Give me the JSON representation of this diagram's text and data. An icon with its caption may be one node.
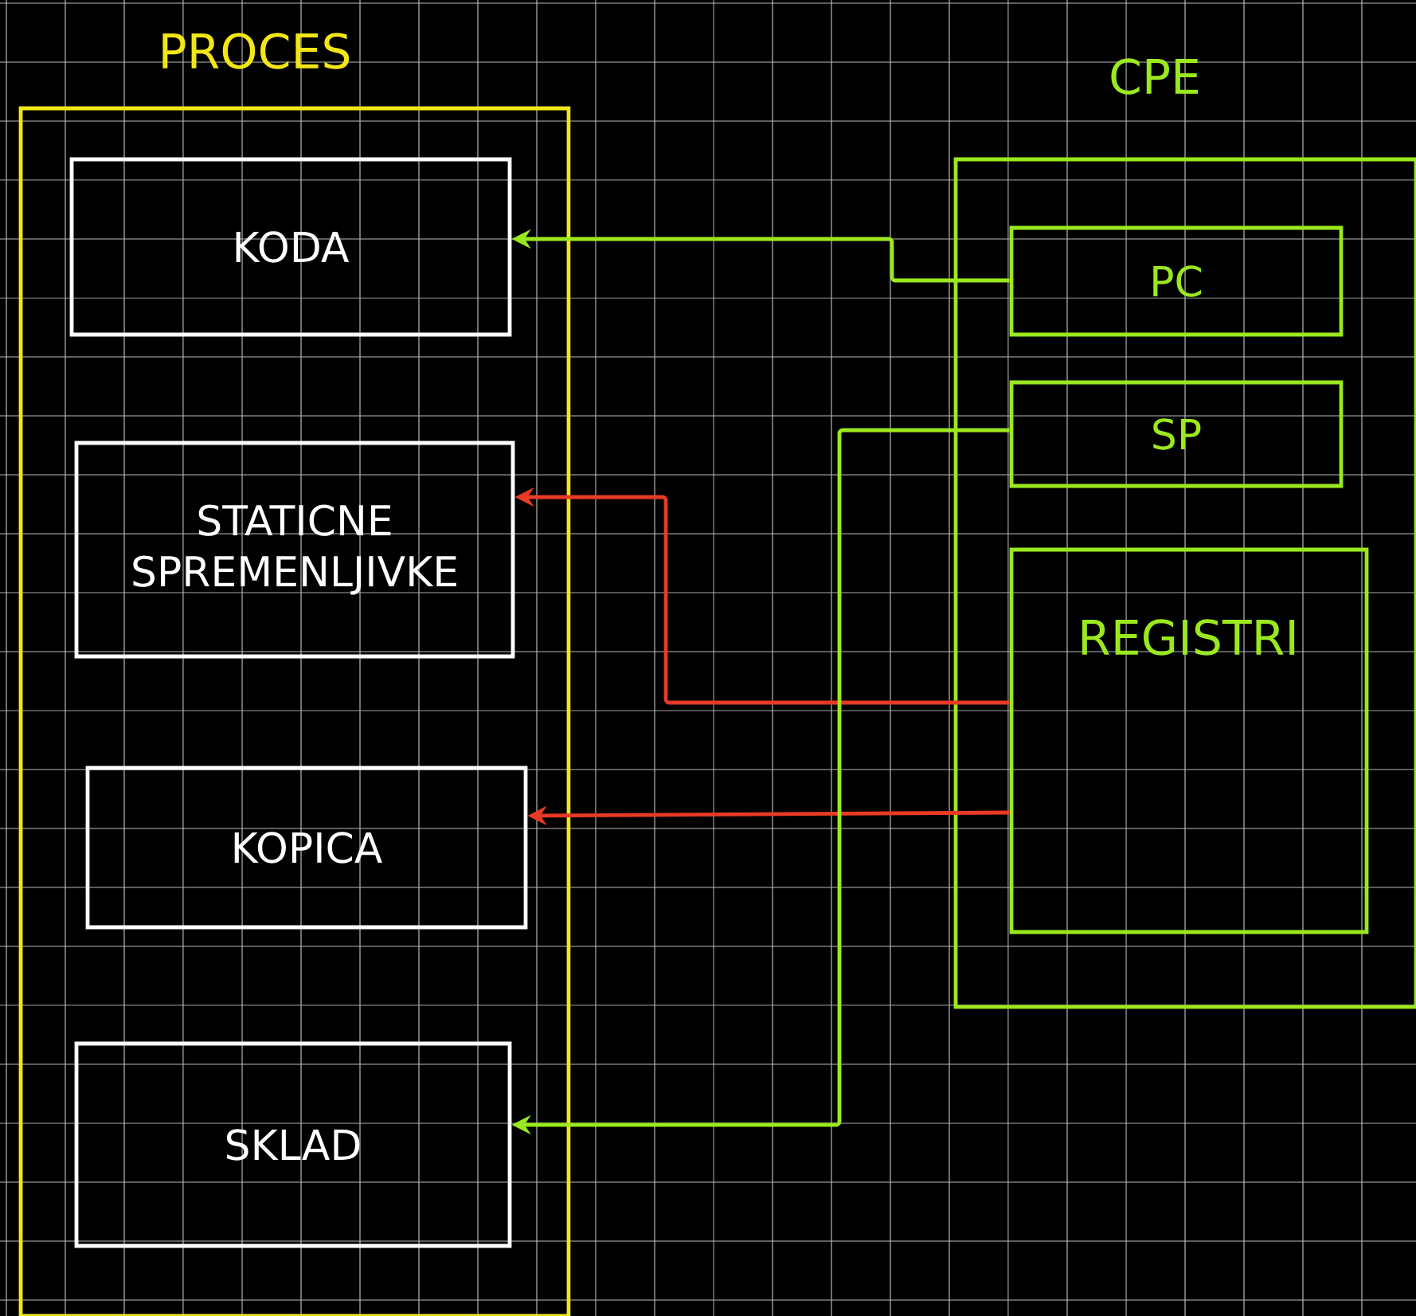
{
  "diagram": {
    "nodes": [
      {
        "text": [
          "PROCES"
        ]
      },
      {
        "text": [
          "KODA"
        ],
        "in": 0
      },
      {
        "text": [
          "STATICNE SPREMENLJIVKE"
        ],
        "in": 0
      },
      {
        "text": [
          "KOPICA"
        ],
        "in": 0
      },
      {
        "text": [
          "SKLAD"
        ],
        "in": 0
      },
      {
        "text": [
          "CPE"
        ]
      },
      {
        "text": [
          "PC"
        ],
        "in": 5
      },
      {
        "text": [
          "SP"
        ],
        "in": 5
      },
      {
        "text": [
          "REGISTRI"
        ],
        "in": 5
      }
    ],
    "edges": [
      {
        "from": 6,
        "to": 1,
        "arrow": "to"
      },
      {
        "from": 8,
        "to": 2,
        "arrow": "to",
        "color": "#e83a24"
      },
      {
        "from": 8,
        "to": 3,
        "arrow": "to",
        "color": "#e83a24"
      },
      {
        "from": 7,
        "to": 4,
        "arrow": "to"
      }
    ]
  }
}
